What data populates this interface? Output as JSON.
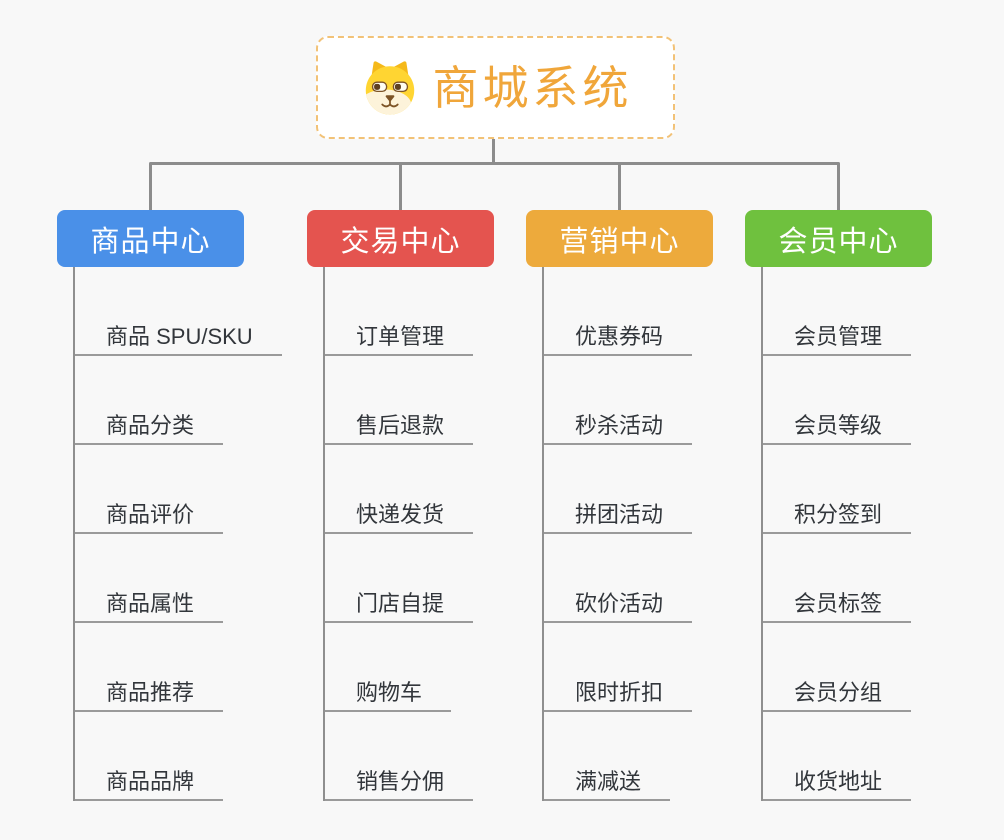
{
  "page": {
    "background": "#f8f8f8",
    "connector_color": "#8c8c8c"
  },
  "root": {
    "title": "商城系统",
    "icon": "dog-face-icon",
    "text_color": "#f0a63a",
    "border_color": "#f2c277"
  },
  "branches": [
    {
      "label": "商品中心",
      "color": "#4a90e8",
      "items": [
        "商品 SPU/SKU",
        "商品分类",
        "商品评价",
        "商品属性",
        "商品推荐",
        "商品品牌"
      ]
    },
    {
      "label": "交易中心",
      "color": "#e4544f",
      "items": [
        "订单管理",
        "售后退款",
        "快递发货",
        "门店自提",
        "购物车",
        "销售分佣"
      ]
    },
    {
      "label": "营销中心",
      "color": "#edaa3c",
      "items": [
        "优惠券码",
        "秒杀活动",
        "拼团活动",
        "砍价活动",
        "限时折扣",
        "满减送"
      ]
    },
    {
      "label": "会员中心",
      "color": "#6fc13e",
      "items": [
        "会员管理",
        "会员等级",
        "积分签到",
        "会员标签",
        "会员分组",
        "收货地址"
      ]
    }
  ]
}
